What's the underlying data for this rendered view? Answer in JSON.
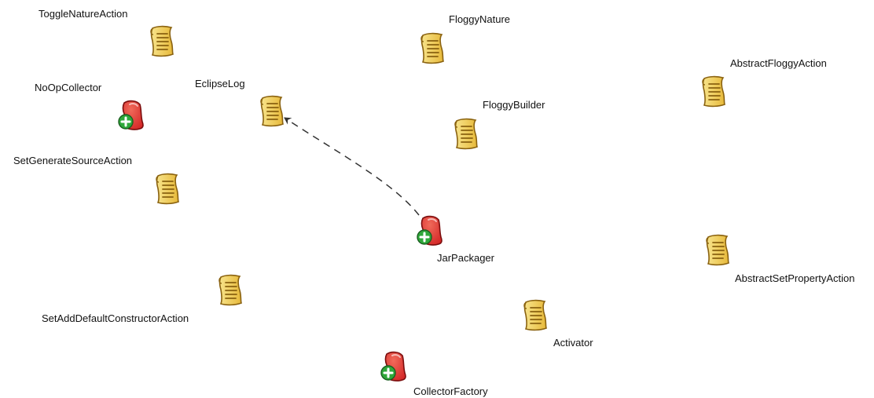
{
  "colors": {
    "doc_fill": "#e7b93a",
    "doc_fill_light": "#f7e38a",
    "doc_stroke": "#8a6210",
    "plugin_fill": "#d32626",
    "plugin_fill_light": "#f06a5a",
    "plugin_stroke": "#7a0d0d",
    "badge_fill": "#2fa83a",
    "badge_stroke": "#1b5e20",
    "edge": "#333333"
  },
  "nodes": [
    {
      "id": "toggle-nature-action",
      "label": "ToggleNatureAction",
      "icon": "document-icon"
    },
    {
      "id": "floggy-nature",
      "label": "FloggyNature",
      "icon": "document-icon"
    },
    {
      "id": "abstract-floggy-action",
      "label": "AbstractFloggyAction",
      "icon": "document-icon"
    },
    {
      "id": "noop-collector",
      "label": "NoOpCollector",
      "icon": "plugin-add-icon"
    },
    {
      "id": "eclipse-log",
      "label": "EclipseLog",
      "icon": "document-icon"
    },
    {
      "id": "floggy-builder",
      "label": "FloggyBuilder",
      "icon": "document-icon"
    },
    {
      "id": "set-generate-source-action",
      "label": "SetGenerateSourceAction",
      "icon": "document-icon"
    },
    {
      "id": "jar-packager",
      "label": "JarPackager",
      "icon": "plugin-add-icon"
    },
    {
      "id": "abstract-set-property-action",
      "label": "AbstractSetPropertyAction",
      "icon": "document-icon"
    },
    {
      "id": "set-add-default-constructor-action",
      "label": "SetAddDefaultConstructorAction",
      "icon": "document-icon"
    },
    {
      "id": "activator",
      "label": "Activator",
      "icon": "document-icon"
    },
    {
      "id": "collector-factory",
      "label": "CollectorFactory",
      "icon": "plugin-add-icon"
    }
  ],
  "edges": [
    {
      "from": "jar-packager",
      "to": "eclipse-log",
      "style": "dashed"
    }
  ]
}
